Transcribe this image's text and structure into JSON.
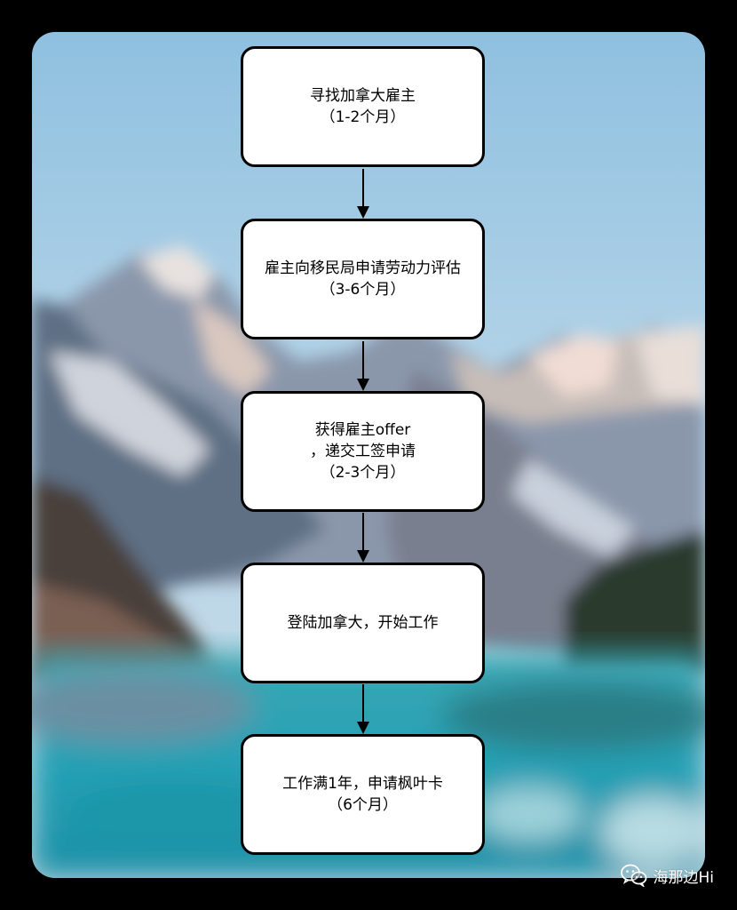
{
  "flowchart": {
    "steps": [
      {
        "line1": "寻找加拿大雇主",
        "line2": "（1-2个月）"
      },
      {
        "line1": "雇主向移民局申请劳动力评估",
        "line2": "（3-6个月）"
      },
      {
        "line1": "获得雇主offer",
        "line2": "，递交工签申请",
        "line3": "（2-3个月）"
      },
      {
        "line1": "登陆加拿大，开始工作"
      },
      {
        "line1": "工作满1年，申请枫叶卡",
        "line2": "（6个月）"
      }
    ]
  },
  "watermark": {
    "icon": "wechat-icon",
    "text": "海那边Hi"
  },
  "colors": {
    "page_background": "#000000",
    "box_fill": "#ffffff",
    "box_border": "#000000",
    "arrow": "#000000",
    "sky": "#a9cfe6",
    "lake": "#2aa6b8"
  }
}
